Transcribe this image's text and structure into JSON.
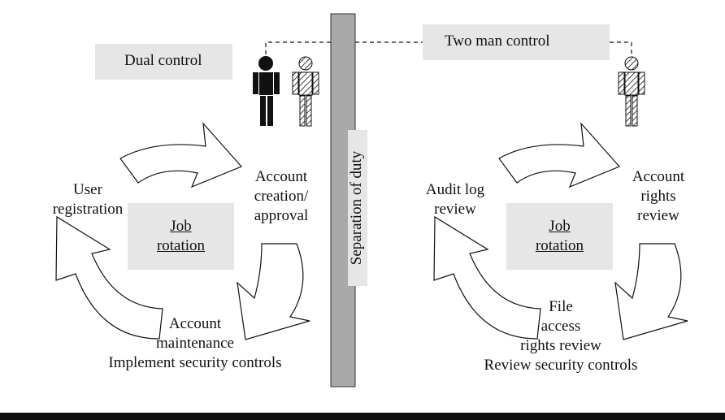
{
  "separation": {
    "label": "Separation of duty"
  },
  "dual_control": {
    "label": "Dual control"
  },
  "two_man_control": {
    "label": "Two man control"
  },
  "left_cycle": {
    "center_line1": "Job",
    "center_line2": "rotation",
    "step_top_left": {
      "line1": "User",
      "line2": "registration"
    },
    "step_top_right": {
      "line1": "Account",
      "line2": "creation/",
      "line3": "approval"
    },
    "step_bottom": {
      "line1": "Account",
      "line2": "maintenance",
      "line3": "Implement security controls"
    }
  },
  "right_cycle": {
    "center_line1": "Job",
    "center_line2": "rotation",
    "step_top_left": {
      "line1": "Audit log",
      "line2": "review"
    },
    "step_top_right": {
      "line1": "Account",
      "line2": "rights",
      "line3": "review"
    },
    "step_bottom": {
      "line1": "File",
      "line2": "access",
      "line3": "rights review",
      "line4": "Review security controls"
    }
  },
  "colors": {
    "box_fill": "#e6e6e6",
    "bar_fill": "#a9a9a9",
    "bar_stroke": "#333333",
    "ink": "#111111"
  },
  "icons": [
    "person-solid-icon",
    "person-hatched-icon",
    "curved-arrow-icon"
  ]
}
